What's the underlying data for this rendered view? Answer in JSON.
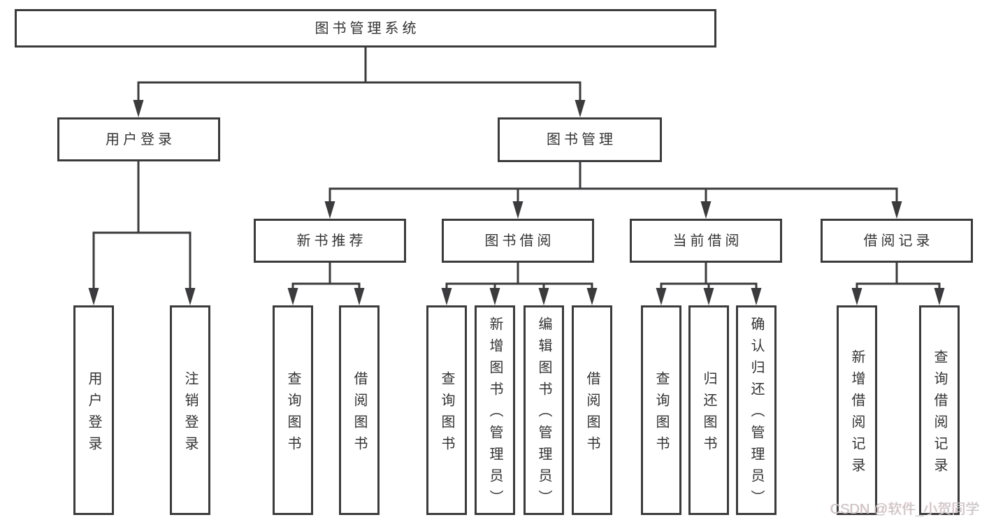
{
  "diagram": {
    "root": {
      "label": "图书管理系统"
    },
    "branches": [
      {
        "label": "用户登录",
        "children": [
          {
            "label": "用户登录"
          },
          {
            "label": "注销登录"
          }
        ]
      },
      {
        "label": "图书管理",
        "children": [
          {
            "label": "新书推荐",
            "children": [
              {
                "label": "查询图书"
              },
              {
                "label": "借阅图书"
              }
            ]
          },
          {
            "label": "图书借阅",
            "children": [
              {
                "label": "查询图书"
              },
              {
                "label": "新增图书（管理员）"
              },
              {
                "label": "编辑图书（管理员）"
              },
              {
                "label": "借阅图书"
              }
            ]
          },
          {
            "label": "当前借阅",
            "children": [
              {
                "label": "查询图书"
              },
              {
                "label": "归还图书"
              },
              {
                "label": "确认归还（管理员）"
              }
            ]
          },
          {
            "label": "借阅记录",
            "children": [
              {
                "label": "新增借阅记录"
              },
              {
                "label": "查询借阅记录"
              }
            ]
          }
        ]
      }
    ]
  },
  "watermark": {
    "text": "CSDN @软件_小贺同学"
  },
  "colors": {
    "line": "#3b3b3d",
    "text": "#333333",
    "background": "#ffffff",
    "watermark": "#c6c6c8"
  }
}
